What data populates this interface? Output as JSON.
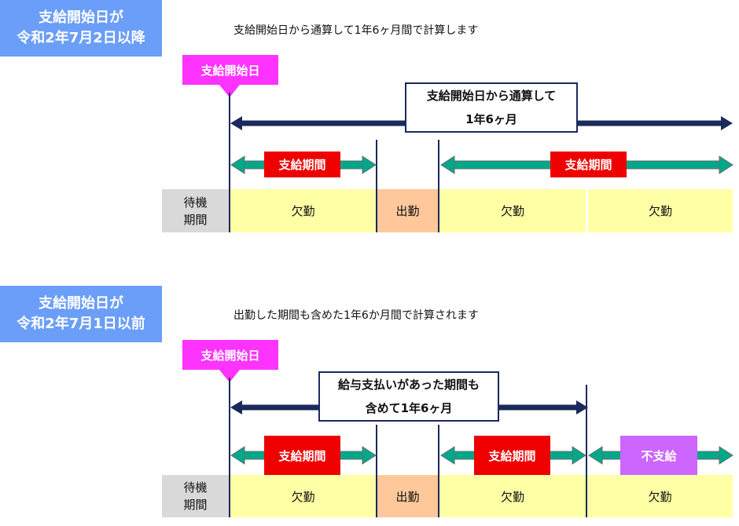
{
  "sections": [
    {
      "label_line1": "支給開始日が",
      "label_line2": "令和2年7月2日以降",
      "description": "支給開始日から通算して1年6ヶ月間で計算します",
      "start_tag": "支給開始日",
      "callout_line1": "支給開始日から通算して",
      "callout_line2": "1年6ヶ月",
      "period_labels": [
        "支給期間",
        "支給期間"
      ],
      "wait_line1": "待機",
      "wait_line2": "期間",
      "cells": [
        "欠勤",
        "出勤",
        "欠勤",
        "欠勤"
      ]
    },
    {
      "label_line1": "支給開始日が",
      "label_line2": "令和2年7月1日以前",
      "description": "出勤した期間も含めた1年6か月間で計算されます",
      "start_tag": "支給開始日",
      "callout_line1": "給与支払いがあった期間も",
      "callout_line2": "含めて1年6ヶ月",
      "period_labels": [
        "支給期間",
        "支給期間"
      ],
      "nonpay_label": "不支給",
      "wait_line1": "待機",
      "wait_line2": "期間",
      "cells": [
        "欠勤",
        "出勤",
        "欠勤",
        "欠勤"
      ]
    }
  ],
  "colors": {
    "section_label": "#6a9ef8",
    "start_tag": "#ff33ff",
    "navy_arrow": "#1b2a5c",
    "green_arrow": "#00a88a",
    "pay_label": "#ee0000",
    "nonpay_label": "#cc66ff",
    "absent_cell": "#ffffa6",
    "work_cell": "#ffc89a",
    "wait_cell": "#d9d9d9"
  }
}
